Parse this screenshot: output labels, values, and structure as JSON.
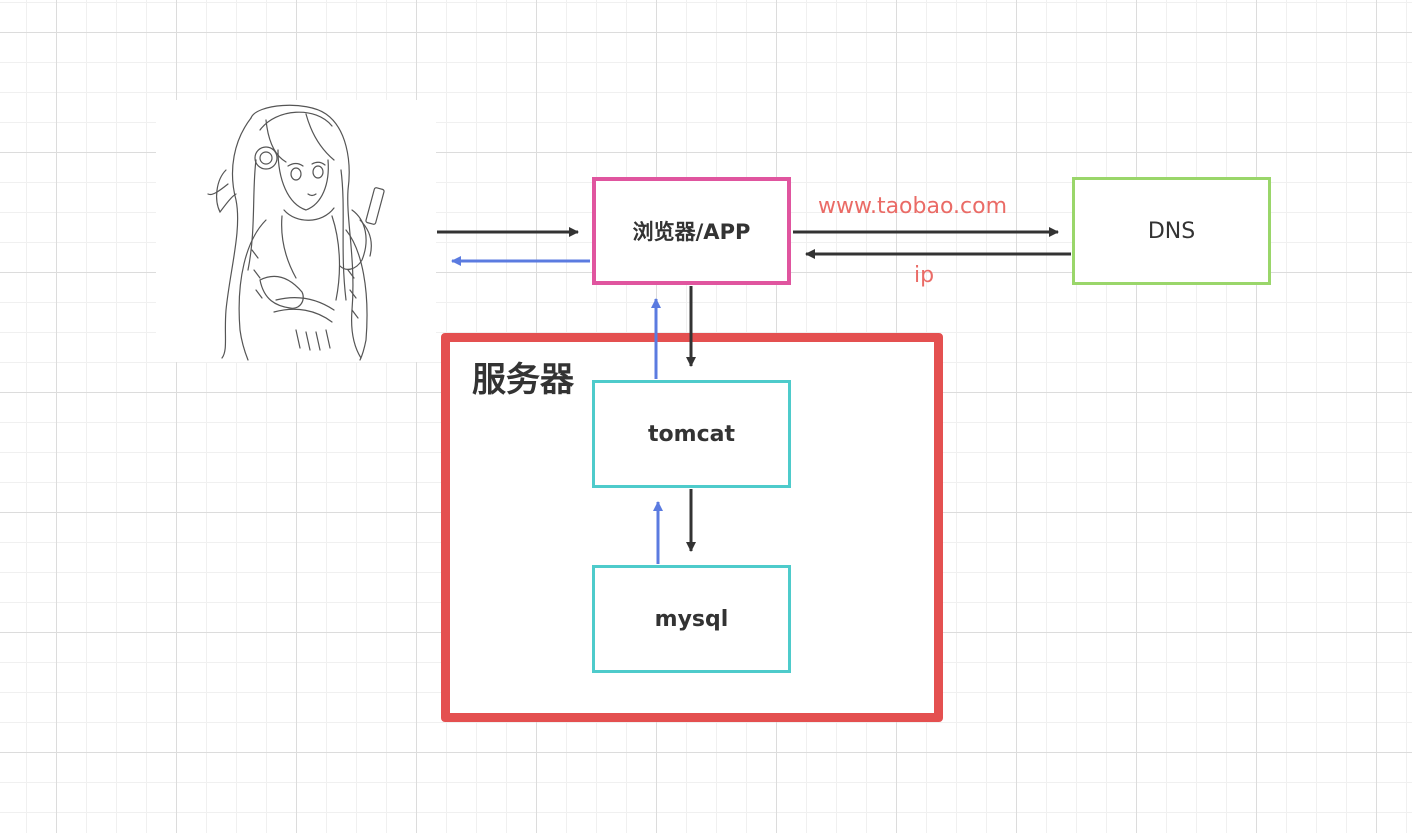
{
  "nodes": {
    "browser": "浏览器/APP",
    "dns": "DNS",
    "server": "服务器",
    "tomcat": "tomcat",
    "mysql": "mysql"
  },
  "edge_labels": {
    "url": "www.taobao.com",
    "ip": "ip"
  },
  "user": {
    "icon": "user-sketch-illustration"
  },
  "colors": {
    "request_arrow": "#333333",
    "response_arrow": "#5b7be0",
    "browser_border": "#e0559f",
    "dns_border": "#9ad66a",
    "server_border": "#e45050",
    "component_border": "#4ecbcb",
    "edge_label": "#ea6b66"
  }
}
